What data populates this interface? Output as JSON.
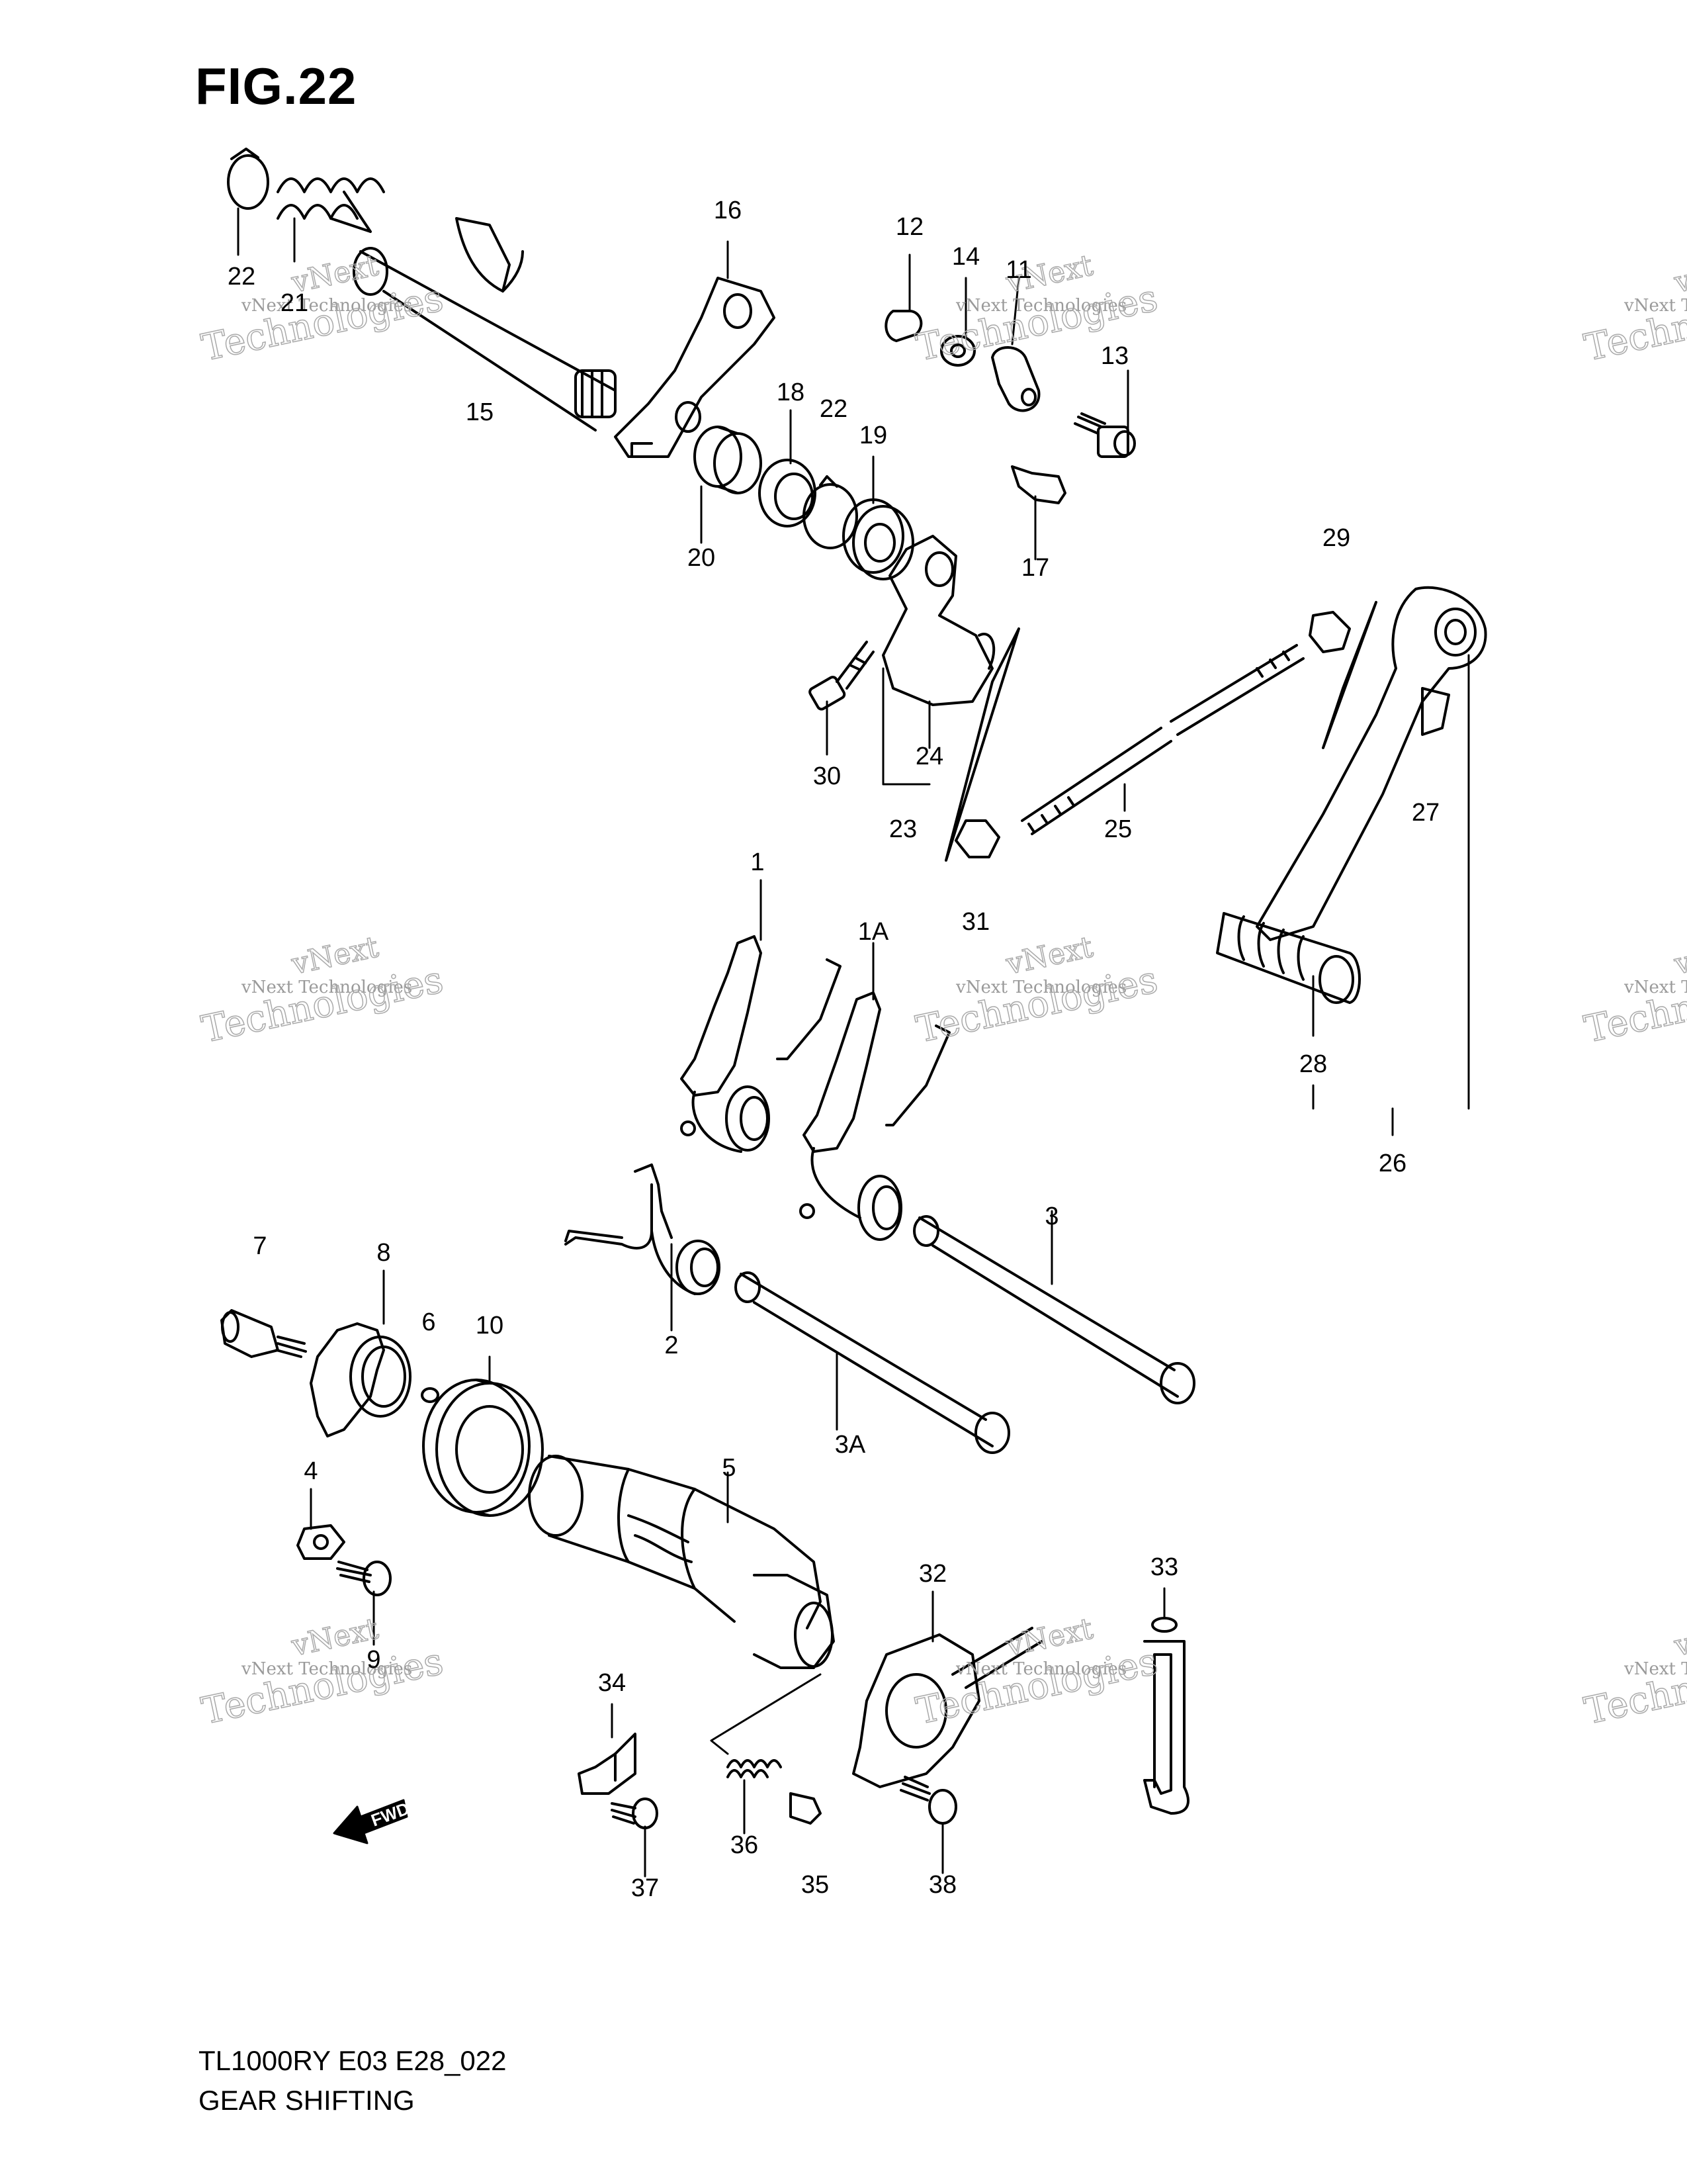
{
  "figure": {
    "title": "FIG.22",
    "model_code": "TL1000RY E03 E28_022",
    "name": "GEAR SHIFTING"
  },
  "callouts": [
    "22",
    "21",
    "15",
    "16",
    "12",
    "14",
    "11",
    "13",
    "18",
    "22",
    "19",
    "20",
    "17",
    "29",
    "30",
    "24",
    "23",
    "25",
    "31",
    "27",
    "1",
    "1A",
    "28",
    "26",
    "3",
    "7",
    "8",
    "6",
    "10",
    "2",
    "3A",
    "4",
    "5",
    "32",
    "33",
    "9",
    "34",
    "36",
    "35",
    "38",
    "37"
  ],
  "watermark": {
    "line1": "vNext Technologies",
    "line2": "vNext",
    "line3": "Technologies"
  },
  "fwd_label": "FWD",
  "colors": {
    "ink": "#000000",
    "watermark": "#9a9a9a",
    "paper": "#ffffff"
  }
}
